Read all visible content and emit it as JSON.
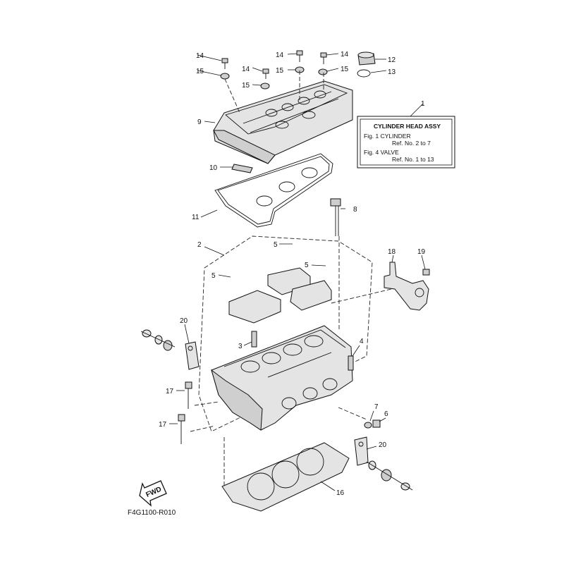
{
  "callouts": {
    "c1": "1",
    "c2": "2",
    "c3": "3",
    "c4": "4",
    "c5a": "5",
    "c5b": "5",
    "c5c": "5",
    "c6": "6",
    "c7": "7",
    "c8": "8",
    "c9": "9",
    "c10": "10",
    "c11": "11",
    "c12": "12",
    "c13": "13",
    "c14a": "14",
    "c14b": "14",
    "c14c": "14",
    "c14d": "14",
    "c15a": "15",
    "c15b": "15",
    "c15c": "15",
    "c15d": "15",
    "c16": "16",
    "c17a": "17",
    "c17b": "17",
    "c18": "18",
    "c19": "19",
    "c20a": "20",
    "c20b": "20"
  },
  "info_box": {
    "title": "CYLINDER HEAD ASSY",
    "fig1": "Fig. 1 CYLINDER",
    "fig1_ref": "Ref. No. 2 to 7",
    "fig4": "Fig. 4 VALVE",
    "fig4_ref": "Ref. No. 1 to 13"
  },
  "fwd_label": "FWD",
  "diagram_code": "F4G1100-R010"
}
